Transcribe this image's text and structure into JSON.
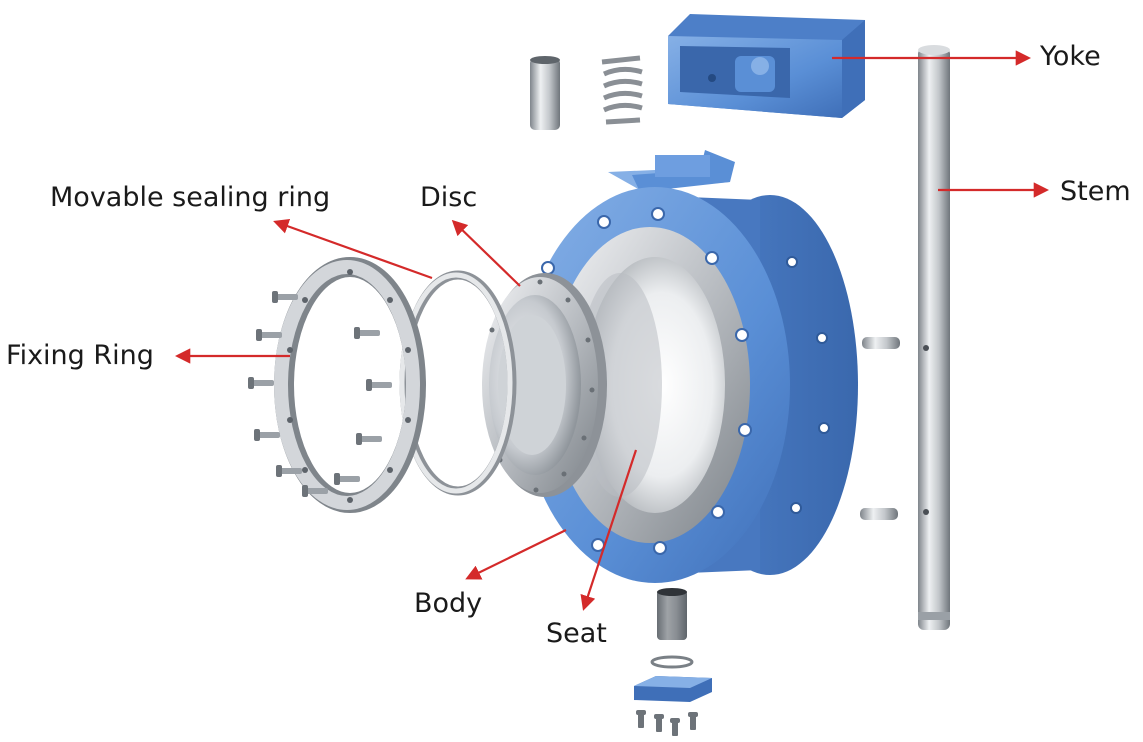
{
  "diagram": {
    "labels": {
      "yoke": "Yoke",
      "stem": "Stem",
      "movable_sealing_ring": "Movable sealing ring",
      "disc": "Disc",
      "fixing_ring": "Fixing Ring",
      "body": "Body",
      "seat": "Seat"
    },
    "colors": {
      "body_blue": "#5a8fd6",
      "body_blue_dark": "#3f6fb8",
      "body_blue_light": "#86b0e6",
      "steel": "#c9ccd0",
      "steel_dark": "#8d9298",
      "steel_light": "#eef0f2",
      "arrow_red": "#d42a2a",
      "text": "#1a1a1a"
    }
  }
}
